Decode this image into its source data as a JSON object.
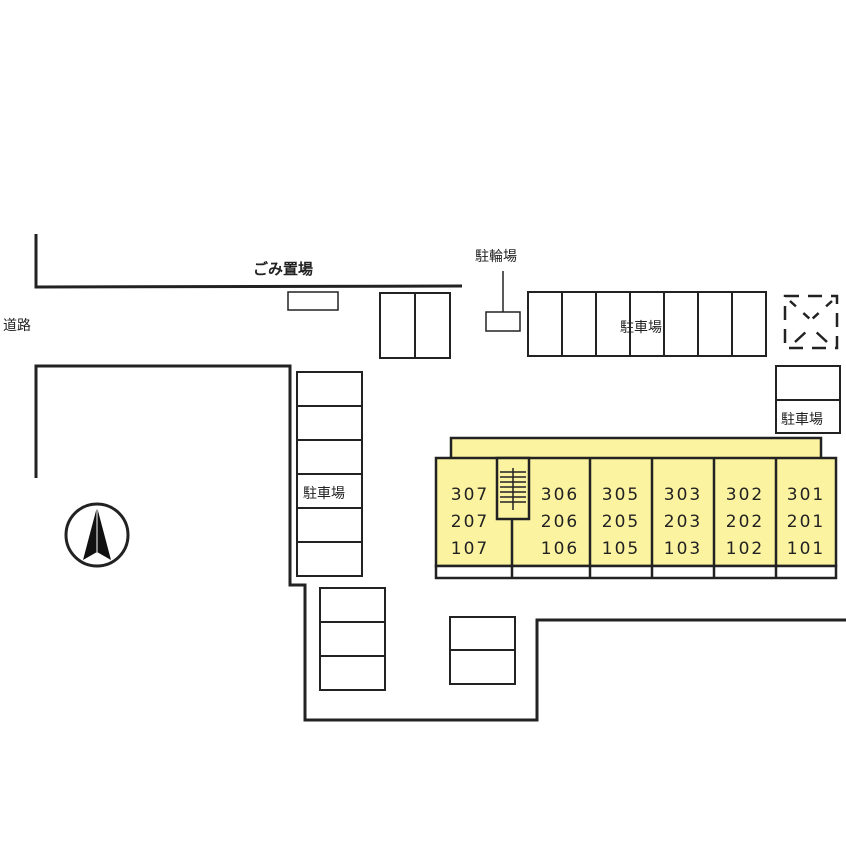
{
  "labels": {
    "garbage": "ごみ置場",
    "bicycle": "駐輪場",
    "road": "道路",
    "parking_top": "駐車場",
    "parking_right": "駐車場",
    "parking_left": "駐車場"
  },
  "units": [
    [
      "307",
      "207",
      "107"
    ],
    [
      "306",
      "206",
      "106"
    ],
    [
      "305",
      "205",
      "105"
    ],
    [
      "303",
      "203",
      "103"
    ],
    [
      "302",
      "202",
      "102"
    ],
    [
      "301",
      "201",
      "101"
    ]
  ],
  "colors": {
    "building": "#fbf3a0",
    "line": "#222222"
  }
}
